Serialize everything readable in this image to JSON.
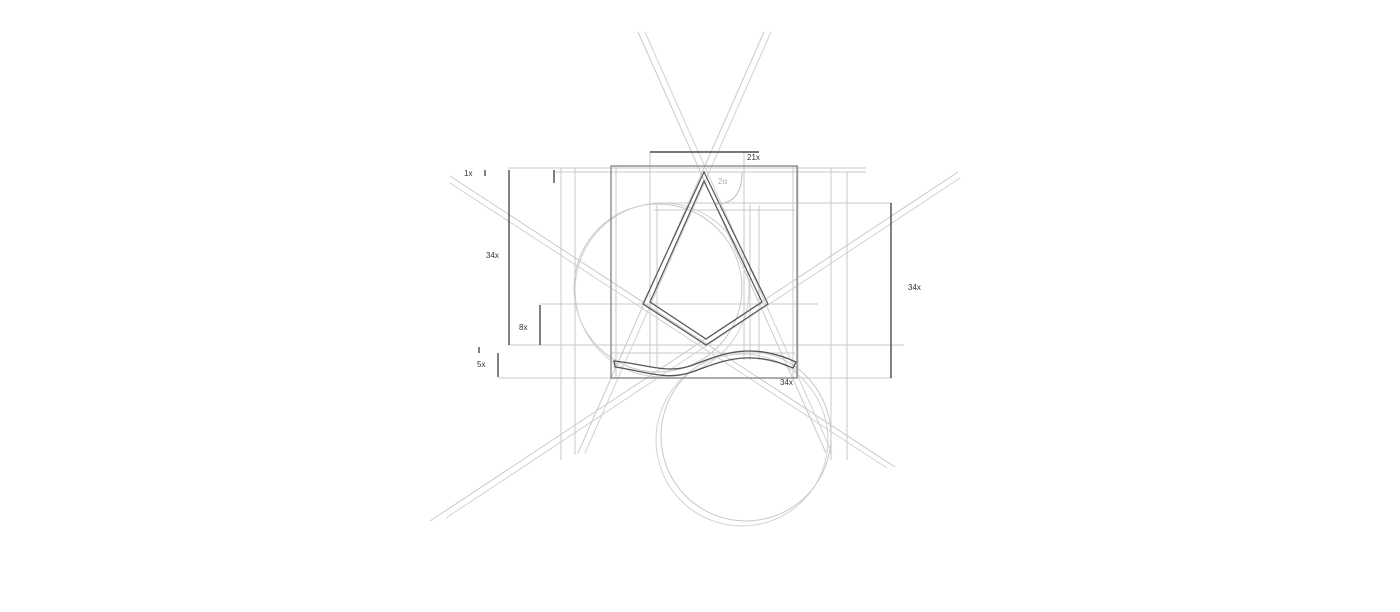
{
  "diagram": {
    "colors": {
      "background": "#ffffff",
      "guide": "#c9c9c9",
      "dimension": "#4a4a4a",
      "mark": "#555555",
      "label": "#333333",
      "angle_label": "#aaaaaa"
    },
    "labels": {
      "top_width": "21x",
      "left_height": "34x",
      "right_height": "34x",
      "bottom_width": "34x",
      "small_top": "1x",
      "mid_left": "8x",
      "small_bottom": "5x",
      "angle": "2α"
    }
  }
}
